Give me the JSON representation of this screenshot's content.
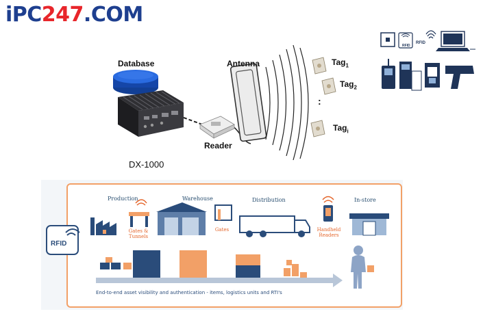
{
  "logo": {
    "part1": "iPC",
    "part2": "247",
    "part3": ".COM"
  },
  "diagram": {
    "database_label": "Database",
    "antenna_label": "Antenna",
    "reader_label": "Reader",
    "device_label": "DX-1000",
    "tags": [
      {
        "name": "Tag",
        "sub": "1"
      },
      {
        "name": "Tag",
        "sub": "2"
      },
      {
        "name": "Tag",
        "sub": "i"
      }
    ],
    "dots": ":"
  },
  "icons": {
    "rfid_small_1": "RFID",
    "rfid_small_2": "RFID"
  },
  "supply_chain": {
    "rfid_badge": "RFID",
    "stages": {
      "production": "Production",
      "warehouse": "Warehouse",
      "distribution": "Distribution",
      "instore": "In-store"
    },
    "sublabels": {
      "gates_tunnels": [
        "Gates &",
        "Tunnels"
      ],
      "gates": "Gates",
      "handheld": [
        "Handheld",
        "Readers"
      ]
    },
    "footer": "End-to-end asset visibility and authentication - items, logistics units and RTI's"
  },
  "colors": {
    "logo_blue": "#1e3f8f",
    "logo_red": "#e8262b",
    "database_blue": "#1f63d6",
    "accent_orange": "#f2a067",
    "navy": "#274d6f"
  }
}
